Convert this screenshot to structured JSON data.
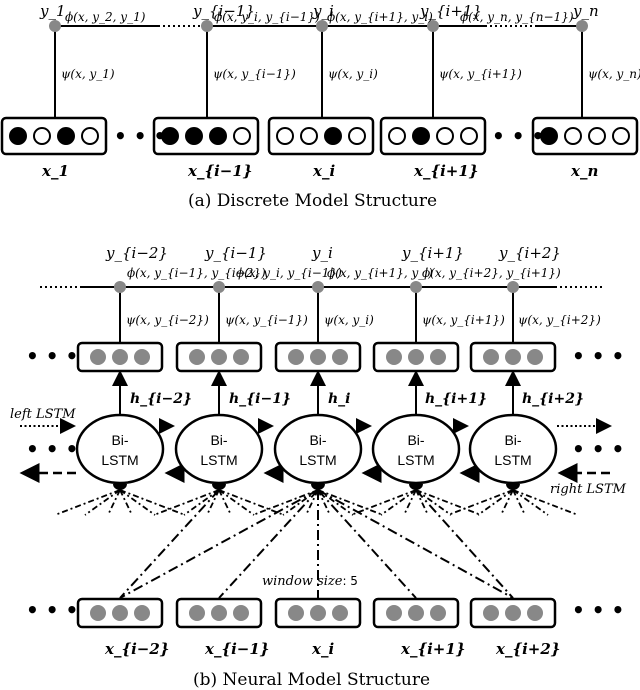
{
  "discrete": {
    "caption": "(a) Discrete Model Structure",
    "labels": [
      "y_1",
      "y_{i−1}",
      "y_i",
      "y_{i+1}",
      "y_n"
    ],
    "inputs": [
      "x_1",
      "x_{i−1}",
      "x_i",
      "x_{i+1}",
      "x_n"
    ],
    "edge_factors": [
      "ϕ(x, y_2, y_1)",
      "ϕ(x, y_i, y_{i−1})",
      "ϕ(x, y_{i+1}, y_i)",
      "ϕ(x, y_n, y_{n−1})"
    ],
    "node_factors": [
      "ψ(x, y_1)",
      "ψ(x, y_{i−1})",
      "ψ(x, y_i)",
      "ψ(x, y_{i+1})",
      "ψ(x, y_n)"
    ],
    "one_hot": [
      [
        1,
        0,
        1,
        0
      ],
      [
        1,
        1,
        1,
        0
      ],
      [
        0,
        0,
        1,
        0
      ],
      [
        0,
        1,
        0,
        0
      ],
      [
        1,
        0,
        0,
        0
      ]
    ],
    "ellipsis": "• • •"
  },
  "neural": {
    "caption": "(b) Neural Model Structure",
    "labels": [
      "y_{i−2}",
      "y_{i−1}",
      "y_i",
      "y_{i+1}",
      "y_{i+2}"
    ],
    "edge_factors": [
      "ϕ(x, y_{i−1}, y_{i−2})",
      "ϕ(x, y_i, y_{i−1})",
      "ϕ(x, y_{i+1}, y_i)",
      "ϕ(x, y_{i+2}, y_{i+1})"
    ],
    "node_factors": [
      "ψ(x, y_{i−2})",
      "ψ(x, y_{i−1})",
      "ψ(x, y_i)",
      "ψ(x, y_{i+1})",
      "ψ(x, y_{i+2})"
    ],
    "hidden": [
      "h_{i−2}",
      "h_{i−1}",
      "h_i",
      "h_{i+1}",
      "h_{i+2}"
    ],
    "cell_label_line1": "Bi-",
    "cell_label_line2": "LSTM",
    "inputs": [
      "x_{i−2}",
      "x_{i−1}",
      "x_i",
      "x_{i+1}",
      "x_{i+2}"
    ],
    "left_lstm": "left LSTM",
    "right_lstm": "right LSTM",
    "window_label": "window size",
    "window_value": ": 5",
    "ellipsis": "• • •"
  }
}
